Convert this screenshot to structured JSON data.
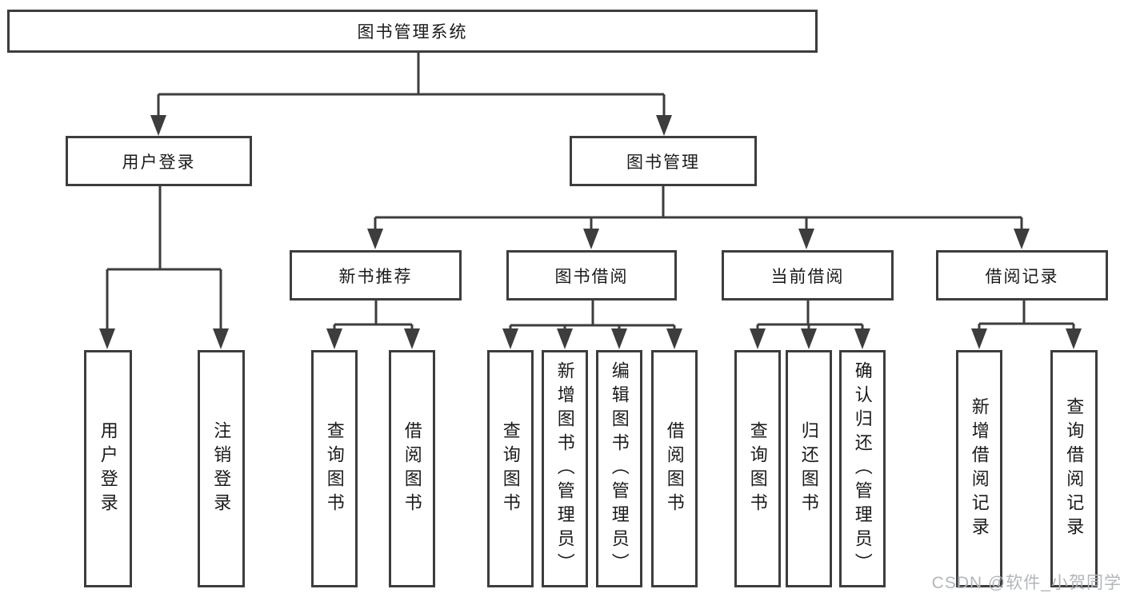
{
  "diagram": {
    "title": "图书管理系统",
    "root": {
      "label": "图书管理系统"
    },
    "level2": [
      {
        "label": "用户登录"
      },
      {
        "label": "图书管理"
      }
    ],
    "level3": [
      {
        "label": "新书推荐"
      },
      {
        "label": "图书借阅"
      },
      {
        "label": "当前借阅"
      },
      {
        "label": "借阅记录"
      }
    ],
    "leaves": [
      {
        "label": "用户登录",
        "parent": "用户登录"
      },
      {
        "label": "注销登录",
        "parent": "用户登录"
      },
      {
        "label": "查询图书",
        "parent": "新书推荐"
      },
      {
        "label": "借阅图书",
        "parent": "新书推荐"
      },
      {
        "label": "查询图书",
        "parent": "图书借阅"
      },
      {
        "label": "新增图书（管理员）",
        "parent": "图书借阅"
      },
      {
        "label": "编辑图书（管理员）",
        "parent": "图书借阅"
      },
      {
        "label": "借阅图书",
        "parent": "图书借阅"
      },
      {
        "label": "查询图书",
        "parent": "当前借阅"
      },
      {
        "label": "归还图书",
        "parent": "当前借阅"
      },
      {
        "label": "确认归还（管理员）",
        "parent": "当前借阅"
      },
      {
        "label": "新增借阅记录",
        "parent": "借阅记录"
      },
      {
        "label": "查询借阅记录",
        "parent": "借阅记录"
      }
    ],
    "colors": {
      "border": "#3d3d3d",
      "text": "#1a1a1a",
      "background": "#ffffff",
      "watermark": "#b2b6ba"
    }
  },
  "watermark": {
    "text": "CSDN @软件_小贺同学"
  }
}
